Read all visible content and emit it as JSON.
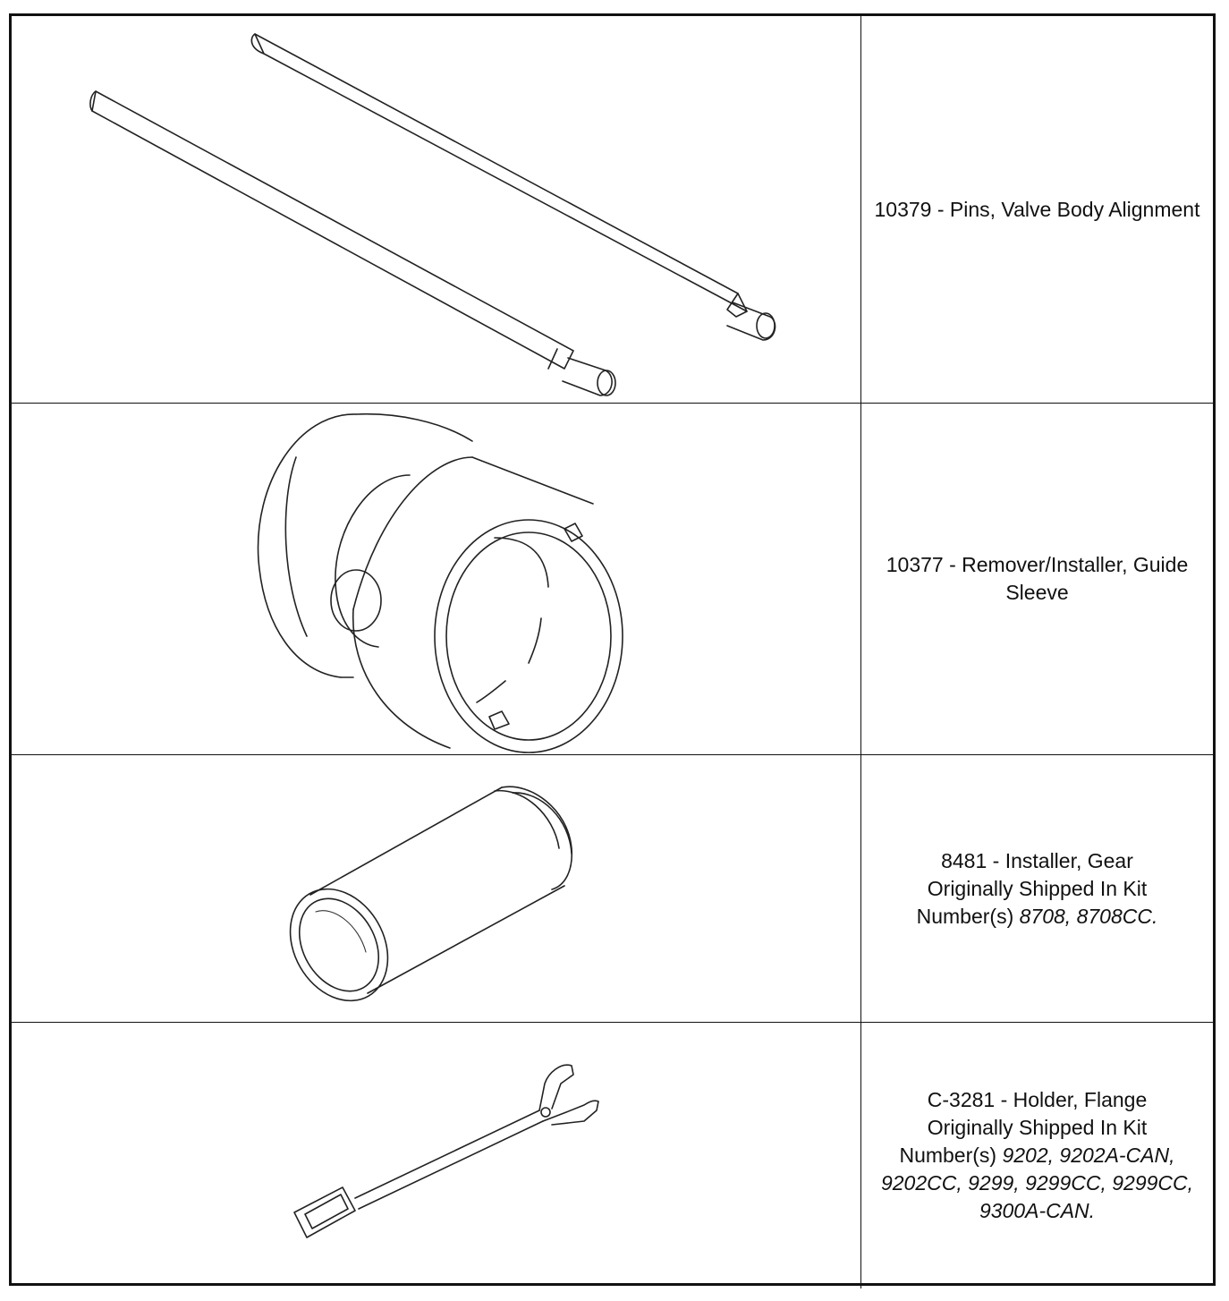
{
  "tools": [
    {
      "icon": "alignment-pins-icon",
      "title": "10379 - Pins, Valve Body Alignment",
      "kit_prefix": "",
      "kit_numbers": ""
    },
    {
      "icon": "guide-sleeve-tool-icon",
      "title": "10377 - Remover/Installer, Guide Sleeve",
      "kit_prefix": "",
      "kit_numbers": ""
    },
    {
      "icon": "gear-installer-icon",
      "title": "8481 - Installer, Gear",
      "kit_line": "Originally Shipped In Kit",
      "kit_prefix": "Number(s) ",
      "kit_numbers": "8708, 8708CC."
    },
    {
      "icon": "flange-holder-icon",
      "title": "C-3281 - Holder, Flange",
      "kit_line": "Originally Shipped In Kit",
      "kit_prefix": "Number(s) ",
      "kit_numbers": "9202, 9202A-CAN, 9202CC, 9299, 9299CC, 9299CC, 9300A-CAN."
    }
  ]
}
